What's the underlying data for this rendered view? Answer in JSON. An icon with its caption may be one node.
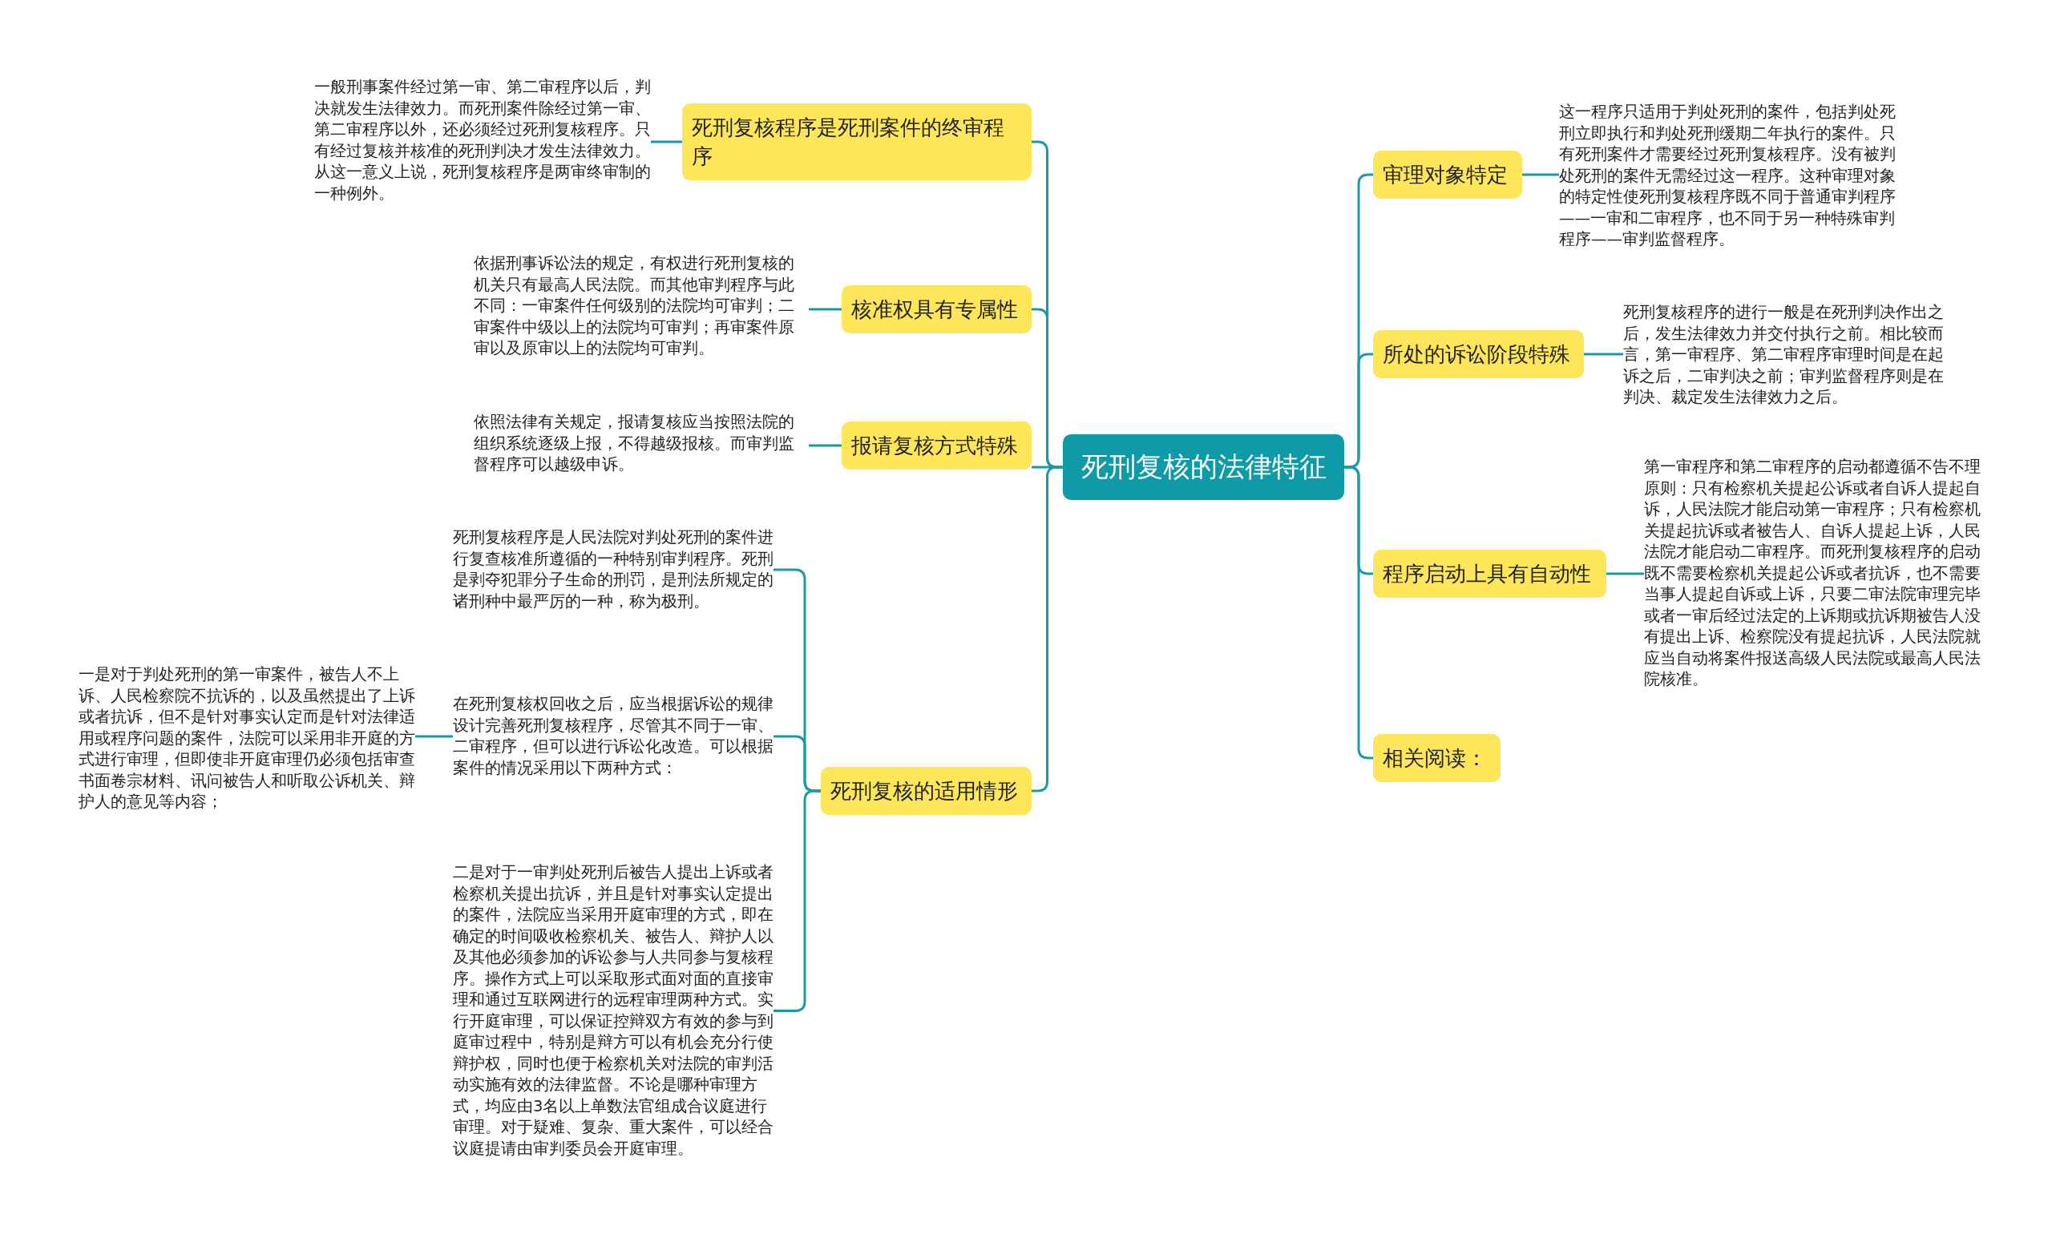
{
  "diagram": {
    "nodes": [
      {
        "text": [
          "死刑复核的法律特征"
        ]
      },
      {
        "text": [
          "死刑复核程序是死刑案件的终审程序"
        ]
      },
      {
        "text": [
          "一般刑事案件经过第一审、第二审程序以后，判决就发生法律效力。而死刑案件除经过第一审、第二审程序以外，还必须经过死刑复核程序。只有经过复核并核准的死刑判决才发生法律效力。从这一意义上说，死刑复核程序是两审终审制的一种例外。"
        ]
      },
      {
        "text": [
          "核准权具有专属性"
        ]
      },
      {
        "text": [
          "依据刑事诉讼法的规定，有权进行死刑复核的机关只有最高人民法院。而其他审判程序与此不同：一审案件任何级别的法院均可审判；二审案件中级以上的法院均可审判；再审案件原审以及原审以上的法院均可审判。"
        ]
      },
      {
        "text": [
          "报请复核方式特殊"
        ]
      },
      {
        "text": [
          "依照法律有关规定，报请复核应当按照法院的组织系统逐级上报，不得越级报核。而审判监督程序可以越级申诉。"
        ]
      },
      {
        "text": [
          "死刑复核的适用情形"
        ]
      },
      {
        "text": [
          "死刑复核程序是人民法院对判处死刑的案件进行复查核准所遵循的一种特别审判程序。死刑是剥夺犯罪分子生命的刑罚，是刑法所规定的诸刑种中最严厉的一种，称为极刑。"
        ]
      },
      {
        "text": [
          "在死刑复核权回收之后，应当根据诉讼的规律设计完善死刑复核程序，尽管其不同于一审、二审程序，但可以进行诉讼化改造。可以根据案件的情况采用以下两种方式："
        ]
      },
      {
        "text": [
          "一是对于判处死刑的第一审案件，被告人不上诉、人民检察院不抗诉的，以及虽然提出了上诉或者抗诉，但不是针对事实认定而是针对法律适用或程序问题的案件，法院可以采用非开庭的方式进行审理，但即使非开庭审理仍必须包括审查书面卷宗材料、讯问被告人和听取公诉机关、辩护人的意见等内容；"
        ]
      },
      {
        "text": [
          "二是对于一审判处死刑后被告人提出上诉或者检察机关提出抗诉，并且是针对事实认定提出的案件，法院应当采用开庭审理的方式，即在确定的时间吸收检察机关、被告人、辩护人以及其他必须参加的诉讼参与人共同参与复核程序。操作方式上可以采取形式面对面的直接审理和通过互联网进行的远程审理两种方式。实行开庭审理，可以保证控辩双方有效的参与到庭审过程中，特别是辩方可以有机会充分行使辩护权，同时也便于检察机关对法院的审判活动实施有效的法律监督。不论是哪种审理方式，均应由3名以上单数法官组成合议庭进行审理。对于疑难、复杂、重大案件，可以经合议庭提请由审判委员会开庭审理。"
        ]
      },
      {
        "text": [
          "审理对象特定"
        ]
      },
      {
        "text": [
          "这一程序只适用于判处死刑的案件，包括判处死刑立即执行和判处死刑缓期二年执行的案件。只有死刑案件才需要经过死刑复核程序。没有被判处死刑的案件无需经过这一程序。这种审理对象的特定性使死刑复核程序既不同于普通审判程序——一审和二审程序，也不同于另一种特殊审判程序——审判监督程序。"
        ]
      },
      {
        "text": [
          "所处的诉讼阶段特殊"
        ]
      },
      {
        "text": [
          "死刑复核程序的进行一般是在死刑判决作出之后，发生法律效力并交付执行之前。相比较而言，第一审程序、第二审程序审理时间是在起诉之后，二审判决之前；审判监督程序则是在判决、裁定发生法律效力之后。"
        ]
      },
      {
        "text": [
          "程序启动上具有自动性"
        ]
      },
      {
        "text": [
          "第一审程序和第二审程序的启动都遵循不告不理原则：只有检察机关提起公诉或者自诉人提起自诉，人民法院才能启动第一审程序；只有检察机关提起抗诉或者被告人、自诉人提起上诉，人民法院才能启动二审程序。而死刑复核程序的启动既不需要检察机关提起公诉或者抗诉，也不需要当事人提起自诉或上诉，只要二审法院审理完毕或者一审后经过法定的上诉期或抗诉期被告人没有提出上诉、检察院没有提起抗诉，人民法院就应当自动将案件报送高级人民法院或最高人民法院核准。"
        ]
      },
      {
        "text": [
          "相关阅读："
        ]
      }
    ],
    "edges": [
      {
        "from": 0,
        "to": 1,
        "arrow": "none"
      },
      {
        "from": 1,
        "to": 2,
        "arrow": "none"
      },
      {
        "from": 0,
        "to": 3,
        "arrow": "none"
      },
      {
        "from": 3,
        "to": 4,
        "arrow": "none"
      },
      {
        "from": 0,
        "to": 5,
        "arrow": "none"
      },
      {
        "from": 5,
        "to": 6,
        "arrow": "none"
      },
      {
        "from": 0,
        "to": 7,
        "arrow": "none"
      },
      {
        "from": 7,
        "to": 8,
        "arrow": "none"
      },
      {
        "from": 7,
        "to": 9,
        "arrow": "none"
      },
      {
        "from": 9,
        "to": 10,
        "arrow": "none"
      },
      {
        "from": 7,
        "to": 11,
        "arrow": "none"
      },
      {
        "from": 0,
        "to": 12,
        "arrow": "none"
      },
      {
        "from": 12,
        "to": 13,
        "arrow": "none"
      },
      {
        "from": 0,
        "to": 14,
        "arrow": "none"
      },
      {
        "from": 14,
        "to": 15,
        "arrow": "none"
      },
      {
        "from": 0,
        "to": 16,
        "arrow": "none"
      },
      {
        "from": 16,
        "to": 17,
        "arrow": "none"
      },
      {
        "from": 0,
        "to": 18,
        "arrow": "none"
      }
    ]
  }
}
